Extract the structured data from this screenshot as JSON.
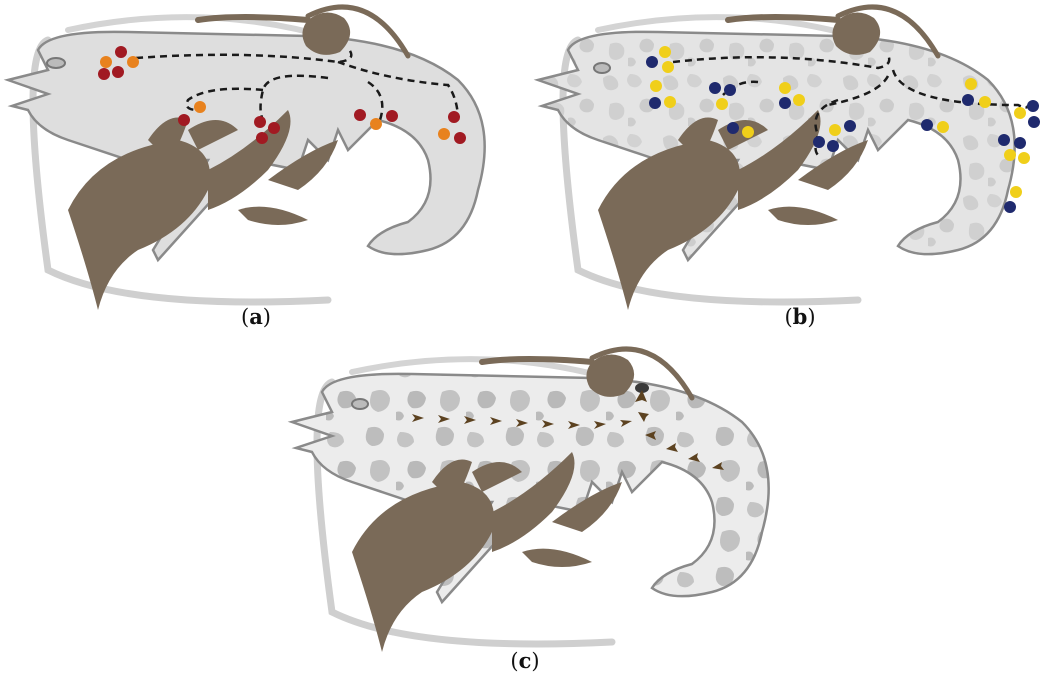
{
  "figure": {
    "panels": [
      {
        "id": "a",
        "caption_letter": "a",
        "pattern": "plain",
        "markers": "red-orange-clusters",
        "arrows": "dashed-branching"
      },
      {
        "id": "b",
        "caption_letter": "b",
        "pattern": "mottled",
        "markers": "navy-yellow-clusters",
        "arrows": "dashed-branching"
      },
      {
        "id": "c",
        "caption_letter": "c",
        "pattern": "mottled-dark",
        "markers": "none",
        "arrows": "arrowhead-chains-to-eye"
      }
    ]
  },
  "colors": {
    "body_fill": "#dedede",
    "body_outline": "#8a8a8a",
    "appendage": "#7a6a58",
    "ghost_outline": "#c8c8c8",
    "red": "#a11a22",
    "orange": "#e8821e",
    "navy": "#1f2a6e",
    "yellow": "#f0cf1a",
    "arrow_brown": "#5c4220",
    "dash": "#1a1a1a"
  }
}
